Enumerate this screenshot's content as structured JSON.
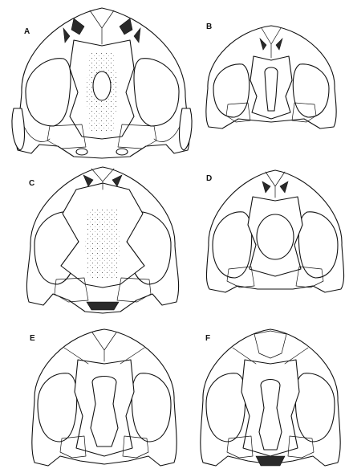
{
  "figure": {
    "panels": [
      {
        "id": "A",
        "label": "A"
      },
      {
        "id": "B",
        "label": "B"
      },
      {
        "id": "C",
        "label": "C"
      },
      {
        "id": "D",
        "label": "D"
      },
      {
        "id": "E",
        "label": "E"
      },
      {
        "id": "F",
        "label": "F"
      }
    ],
    "colors": {
      "ink": "#111111",
      "paper": "#ffffff"
    }
  }
}
